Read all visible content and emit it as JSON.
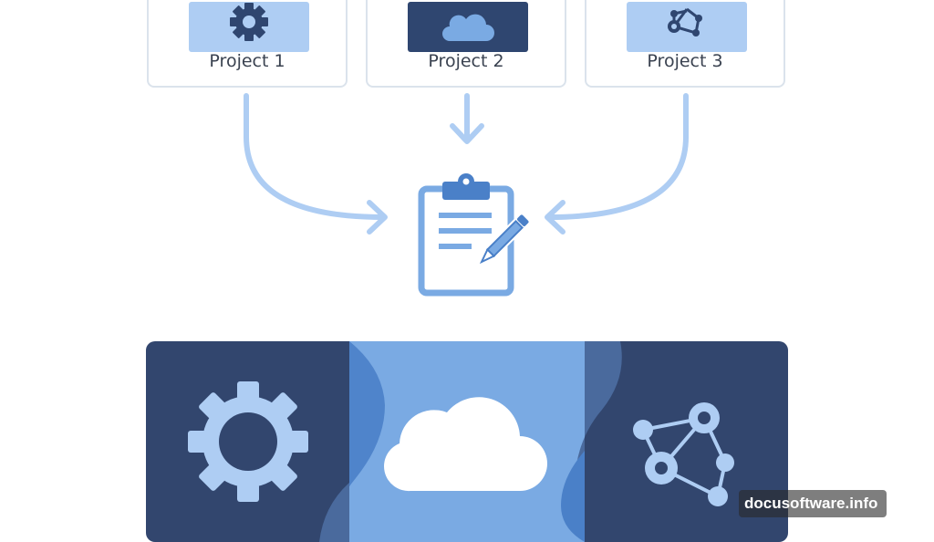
{
  "projects": [
    {
      "label": "Project 1",
      "icon": "gear-icon"
    },
    {
      "label": "Project 2",
      "icon": "cloud-icon"
    },
    {
      "label": "Project 3",
      "icon": "network-icon"
    }
  ],
  "center": {
    "icon": "clipboard-pencil-icon"
  },
  "panel": {
    "sections": [
      "gear-icon",
      "cloud-icon",
      "network-icon"
    ]
  },
  "watermark": "docusoftware.info",
  "colors": {
    "dark": "#2f4670",
    "light": "#aecdf3",
    "mid": "#7aaae3",
    "accent": "#4a80c8"
  }
}
